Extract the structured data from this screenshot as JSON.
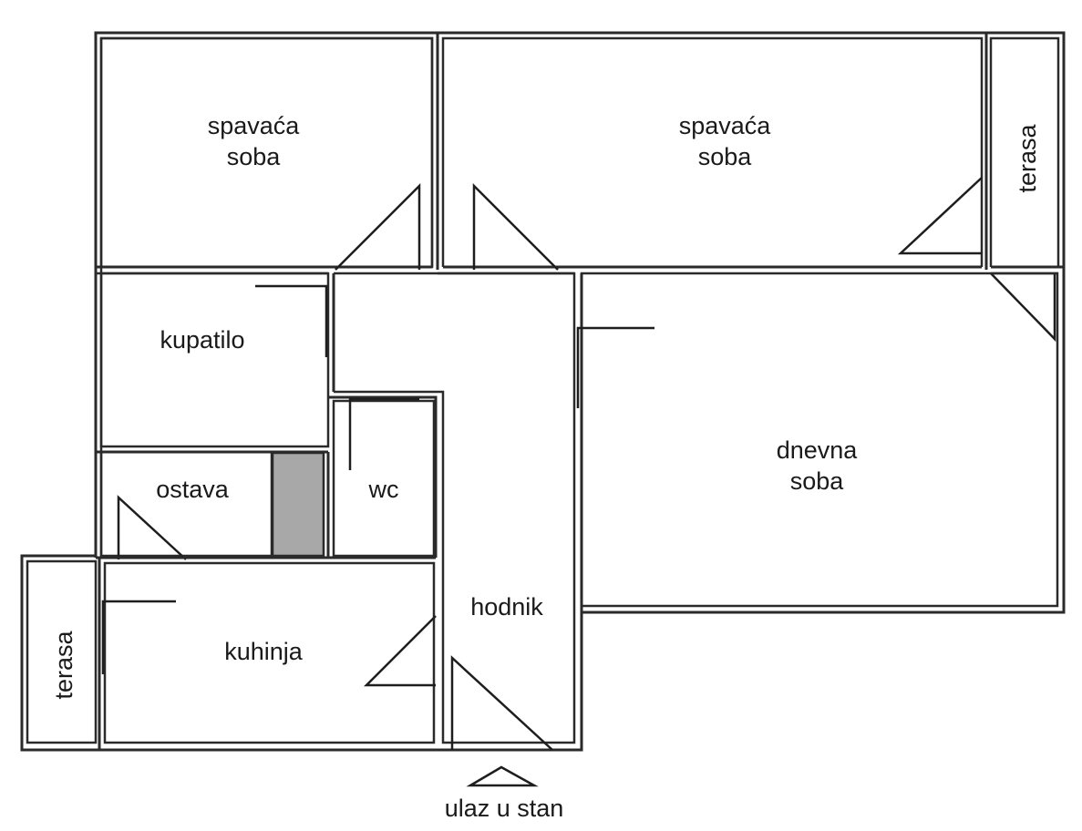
{
  "rooms": {
    "bedroom_left": {
      "line1": "spavaća",
      "line2": "soba"
    },
    "bedroom_right": {
      "line1": "spavaća",
      "line2": "soba"
    },
    "terrace_right": "terasa",
    "bathroom": "kupatilo",
    "storage": "ostava",
    "wc": "wc",
    "living_room": {
      "line1": "dnevna",
      "line2": "soba"
    },
    "hallway": "hodnik",
    "kitchen": "kuhinja",
    "terrace_left": "terasa"
  },
  "entrance": "ulaz u stan",
  "colors": {
    "walls": "#2a2a2a",
    "shaft": "#a8a8a8",
    "background": "#ffffff"
  }
}
